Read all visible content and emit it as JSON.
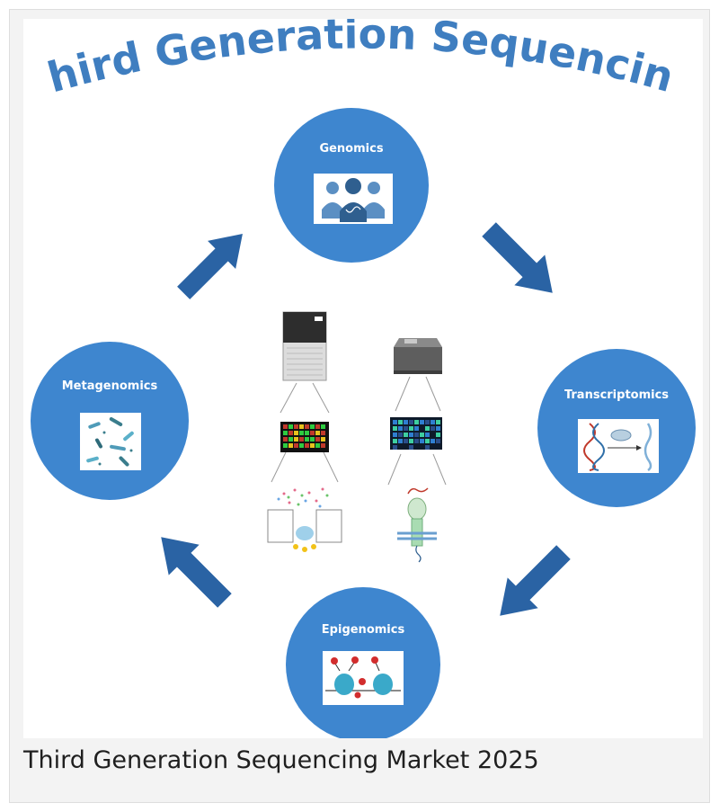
{
  "figure": {
    "title": "Third Generation Sequencing",
    "nodes": {
      "genomics": "Genomics",
      "transcriptomics": "Transcriptomics",
      "epigenomics": "Epigenomics",
      "metagenomics": "Metagenomics"
    }
  },
  "caption": "Third Generation Sequencing Market 2025",
  "colors": {
    "circle": "#3e86cf",
    "arrow": "#2a63a4",
    "title": "#3f7ec0",
    "icon_bg": "#ffffff"
  }
}
